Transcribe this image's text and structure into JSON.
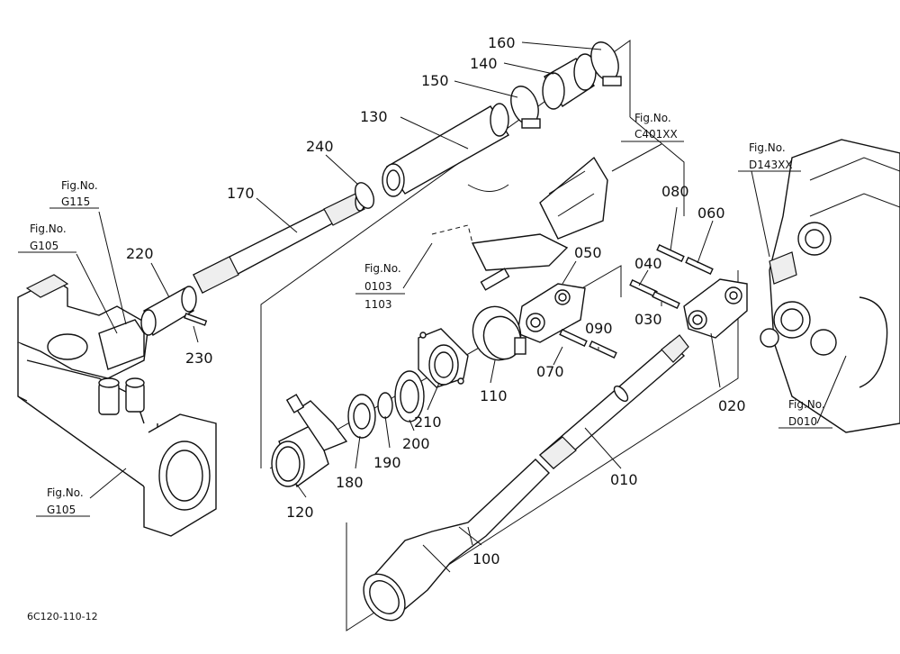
{
  "diagram": {
    "part_numbers": {
      "p010": "010",
      "p020": "020",
      "p030": "030",
      "p040": "040",
      "p050": "050",
      "p060": "060",
      "p070": "070",
      "p080": "080",
      "p090": "090",
      "p100": "100",
      "p110": "110",
      "p120": "120",
      "p130": "130",
      "p140": "140",
      "p150": "150",
      "p160": "160",
      "p170": "170",
      "p180": "180",
      "p190": "190",
      "p200": "200",
      "p210": "210",
      "p220": "220",
      "p230": "230",
      "p240": "240"
    },
    "figure_refs": {
      "g115": {
        "prefix": "Fig.No.",
        "code": "G115"
      },
      "g105_top": {
        "prefix": "Fig.No.",
        "code": "G105"
      },
      "g105_bottom": {
        "prefix": "Fig.No.",
        "code": "G105"
      },
      "c401": {
        "prefix": "Fig.No.",
        "code": "C401XX"
      },
      "d143": {
        "prefix": "Fig.No.",
        "code": "D143XX"
      },
      "d010": {
        "prefix": "Fig.No.",
        "code": "D010"
      },
      "f0103": {
        "prefix": "Fig.No.",
        "code1": "0103",
        "code2": "1103"
      }
    },
    "drawing_code": "6C120-110-12"
  }
}
